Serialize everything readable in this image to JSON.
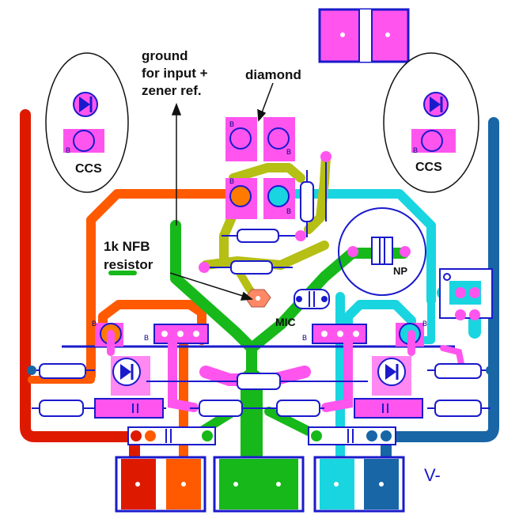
{
  "labels": {
    "ground": [
      "ground",
      "for input +",
      "zener ref."
    ],
    "diamond": "diamond",
    "ccs_left": "CCS",
    "ccs_right": "CCS",
    "nfb": [
      "1k NFB",
      "resistor"
    ],
    "np": "NP",
    "mic": "MIC",
    "v_minus": "V-",
    "b_marks": [
      "B",
      "B",
      "B",
      "B",
      "B",
      "B",
      "B",
      "B"
    ]
  },
  "colors": {
    "pad": "#ff44ee",
    "red": "#dd1a00",
    "orange": "#ff5a00",
    "green": "#17b81a",
    "cyan": "#19d5e0",
    "blue": "#1866a6",
    "olive": "#b5bf14",
    "outline": "#1a1acc"
  }
}
